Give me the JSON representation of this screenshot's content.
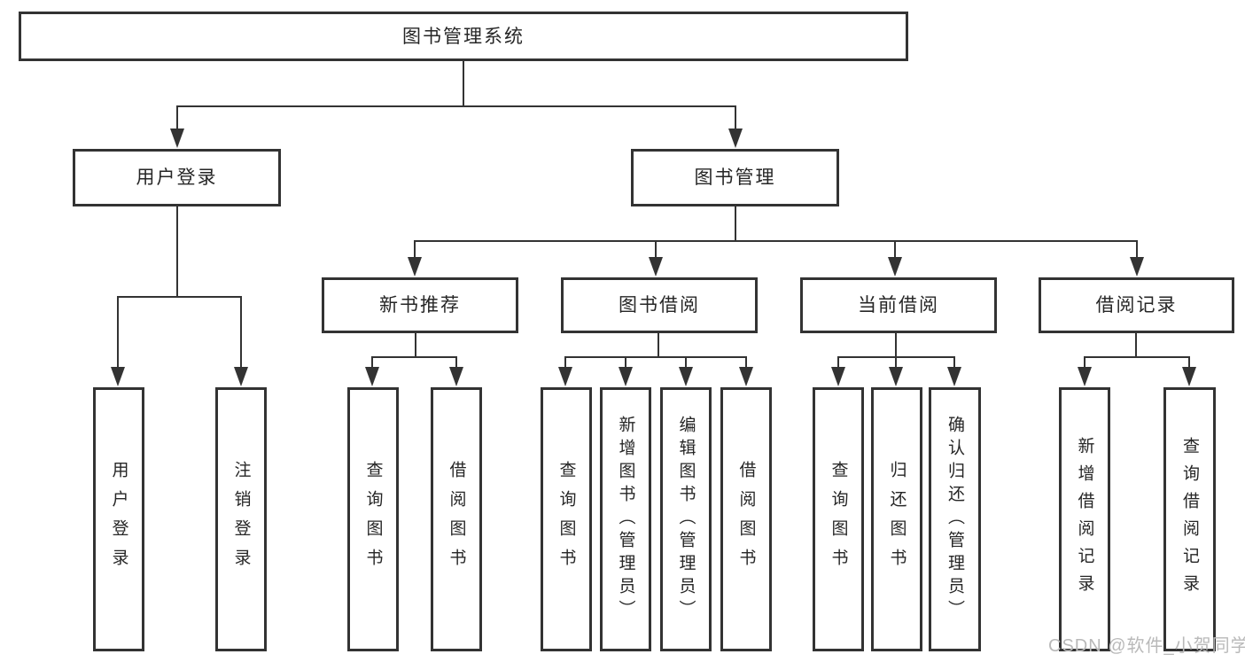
{
  "diagram": {
    "title": "图书管理系统",
    "nodes": {
      "root": "图书管理系统",
      "user_login": "用户登录",
      "book_management": "图书管理",
      "new_book_recommend": "新书推荐",
      "book_borrowing": "图书借阅",
      "current_borrowing": "当前借阅",
      "borrowing_records": "借阅记录",
      "leaf_user_login": "用户登录",
      "leaf_logout_login": "注销登录",
      "leaf_query_books_a": "查询图书",
      "leaf_borrow_books_a": "借阅图书",
      "leaf_query_books_b": "查询图书",
      "leaf_add_books_admin": "新增图书（管理员）",
      "leaf_edit_books_admin": "编辑图书（管理员）",
      "leaf_borrow_books_b": "借阅图书",
      "leaf_query_books_c": "查询图书",
      "leaf_return_books": "归还图书",
      "leaf_confirm_return_admin": "确认归还（管理员）",
      "leaf_add_borrow_record": "新增借阅记录",
      "leaf_query_borrow_record": "查询借阅记录"
    }
  },
  "watermark": "CSDN @软件_小贺同学",
  "colors": {
    "line": "#333333",
    "text": "#262626",
    "watermark": "#b9b9b9",
    "background": "#ffffff"
  }
}
